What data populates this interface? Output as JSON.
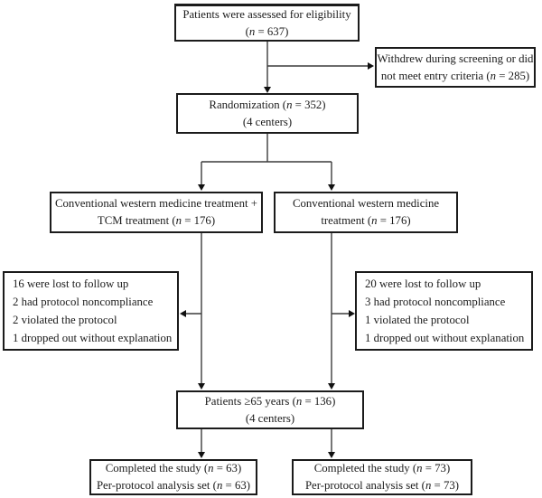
{
  "figure": {
    "kind": "consort-flow-diagram"
  },
  "colors": {
    "background": "#ffffff",
    "box_border": "#1b1b1b",
    "connector_line": "#3c3c3c",
    "text": "#1b1b1b"
  },
  "boxes": {
    "eligibility": {
      "lines": [
        "Patients were assessed for eligibility",
        "(n = 637)"
      ]
    },
    "withdrew": {
      "lines": [
        "Withdrew during screening or did",
        "not meet entry criteria (n = 285)"
      ]
    },
    "randomization": {
      "lines": [
        "Randomization (n = 352)",
        "(4 centers)"
      ]
    },
    "tcm_arm": {
      "lines": [
        "Conventional western medicine treatment +",
        "TCM treatment (n = 176)"
      ]
    },
    "western_arm": {
      "lines": [
        "Conventional western medicine",
        "treatment (n = 176)"
      ]
    },
    "tcm_losses": {
      "lines": [
        "16 were lost to follow up",
        "2 had protocol noncompliance",
        "2 violated the protocol",
        "1 dropped out without explanation"
      ]
    },
    "western_losses": {
      "lines": [
        "20 were lost to follow up",
        "3 had protocol noncompliance",
        "1 violated the protocol",
        "1 dropped out without explanation"
      ]
    },
    "elderly": {
      "lines": [
        "Patients ≥65 years (n = 136)",
        "(4 centers)"
      ]
    },
    "tcm_completed": {
      "lines": [
        "Completed the study (n = 63)",
        "Per-protocol analysis set (n = 63)"
      ]
    },
    "western_completed": {
      "lines": [
        "Completed the study (n = 73)",
        "Per-protocol analysis set (n = 73)"
      ]
    }
  }
}
